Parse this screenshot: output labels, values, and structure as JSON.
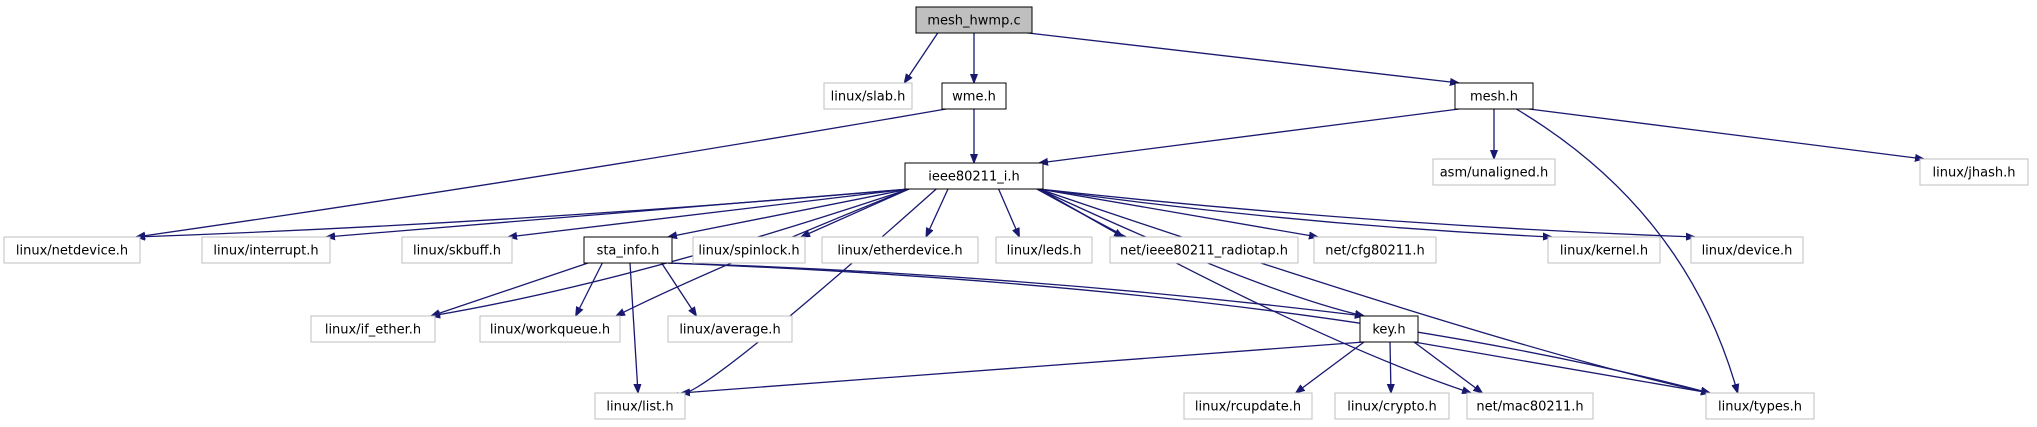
{
  "colors": {
    "edge": "#191970",
    "file_fill": "#ffffff",
    "focus_fill": "#bfbfbf",
    "file_border": "#000000",
    "external_border": "#bfbfbf"
  },
  "nodes": [
    {
      "id": "mesh-hwmp-c",
      "label": "mesh_hwmp.c",
      "kind": "focus"
    },
    {
      "id": "linux-slab",
      "label": "linux/slab.h",
      "kind": "external"
    },
    {
      "id": "wme",
      "label": "wme.h",
      "kind": "file"
    },
    {
      "id": "mesh",
      "label": "mesh.h",
      "kind": "file"
    },
    {
      "id": "ieee80211-i",
      "label": "ieee80211_i.h",
      "kind": "file"
    },
    {
      "id": "asm-unaligned",
      "label": "asm/unaligned.h",
      "kind": "external"
    },
    {
      "id": "linux-jhash",
      "label": "linux/jhash.h",
      "kind": "external"
    },
    {
      "id": "linux-netdevice",
      "label": "linux/netdevice.h",
      "kind": "external"
    },
    {
      "id": "linux-interrupt",
      "label": "linux/interrupt.h",
      "kind": "external"
    },
    {
      "id": "linux-skbuff",
      "label": "linux/skbuff.h",
      "kind": "external"
    },
    {
      "id": "sta-info",
      "label": "sta_info.h",
      "kind": "file"
    },
    {
      "id": "linux-spinlock",
      "label": "linux/spinlock.h",
      "kind": "external"
    },
    {
      "id": "linux-etherdevice",
      "label": "linux/etherdevice.h",
      "kind": "external"
    },
    {
      "id": "linux-leds",
      "label": "linux/leds.h",
      "kind": "external"
    },
    {
      "id": "net-ieee80211-radiotap",
      "label": "net/ieee80211_radiotap.h",
      "kind": "external"
    },
    {
      "id": "net-cfg80211",
      "label": "net/cfg80211.h",
      "kind": "external"
    },
    {
      "id": "linux-kernel",
      "label": "linux/kernel.h",
      "kind": "external"
    },
    {
      "id": "linux-device",
      "label": "linux/device.h",
      "kind": "external"
    },
    {
      "id": "linux-if-ether",
      "label": "linux/if_ether.h",
      "kind": "external"
    },
    {
      "id": "linux-workqueue",
      "label": "linux/workqueue.h",
      "kind": "external"
    },
    {
      "id": "linux-average",
      "label": "linux/average.h",
      "kind": "external"
    },
    {
      "id": "key",
      "label": "key.h",
      "kind": "file"
    },
    {
      "id": "linux-list",
      "label": "linux/list.h",
      "kind": "external"
    },
    {
      "id": "linux-rcupdate",
      "label": "linux/rcupdate.h",
      "kind": "external"
    },
    {
      "id": "linux-crypto",
      "label": "linux/crypto.h",
      "kind": "external"
    },
    {
      "id": "net-mac80211",
      "label": "net/mac80211.h",
      "kind": "external"
    },
    {
      "id": "linux-types",
      "label": "linux/types.h",
      "kind": "external"
    }
  ],
  "edges": [
    {
      "from": "mesh-hwmp-c",
      "to": "linux-slab"
    },
    {
      "from": "mesh-hwmp-c",
      "to": "wme"
    },
    {
      "from": "mesh-hwmp-c",
      "to": "mesh"
    },
    {
      "from": "wme",
      "to": "ieee80211-i"
    },
    {
      "from": "wme",
      "to": "linux-netdevice"
    },
    {
      "from": "mesh",
      "to": "ieee80211-i"
    },
    {
      "from": "mesh",
      "to": "asm-unaligned"
    },
    {
      "from": "mesh",
      "to": "linux-jhash"
    },
    {
      "from": "mesh",
      "to": "linux-types"
    },
    {
      "from": "ieee80211-i",
      "to": "linux-netdevice"
    },
    {
      "from": "ieee80211-i",
      "to": "linux-interrupt"
    },
    {
      "from": "ieee80211-i",
      "to": "linux-skbuff"
    },
    {
      "from": "ieee80211-i",
      "to": "sta-info"
    },
    {
      "from": "ieee80211-i",
      "to": "linux-spinlock"
    },
    {
      "from": "ieee80211-i",
      "to": "linux-etherdevice"
    },
    {
      "from": "ieee80211-i",
      "to": "linux-leds"
    },
    {
      "from": "ieee80211-i",
      "to": "net-ieee80211-radiotap"
    },
    {
      "from": "ieee80211-i",
      "to": "net-cfg80211"
    },
    {
      "from": "ieee80211-i",
      "to": "linux-kernel"
    },
    {
      "from": "ieee80211-i",
      "to": "linux-device"
    },
    {
      "from": "ieee80211-i",
      "to": "linux-if-ether"
    },
    {
      "from": "ieee80211-i",
      "to": "linux-workqueue"
    },
    {
      "from": "ieee80211-i",
      "to": "linux-list"
    },
    {
      "from": "ieee80211-i",
      "to": "key"
    },
    {
      "from": "ieee80211-i",
      "to": "net-mac80211"
    },
    {
      "from": "ieee80211-i",
      "to": "linux-types"
    },
    {
      "from": "sta-info",
      "to": "linux-if-ether"
    },
    {
      "from": "sta-info",
      "to": "linux-workqueue"
    },
    {
      "from": "sta-info",
      "to": "linux-average"
    },
    {
      "from": "sta-info",
      "to": "linux-list"
    },
    {
      "from": "sta-info",
      "to": "key"
    },
    {
      "from": "sta-info",
      "to": "linux-types"
    },
    {
      "from": "key",
      "to": "linux-list"
    },
    {
      "from": "key",
      "to": "linux-rcupdate"
    },
    {
      "from": "key",
      "to": "linux-crypto"
    },
    {
      "from": "key",
      "to": "net-mac80211"
    },
    {
      "from": "key",
      "to": "linux-types"
    }
  ]
}
